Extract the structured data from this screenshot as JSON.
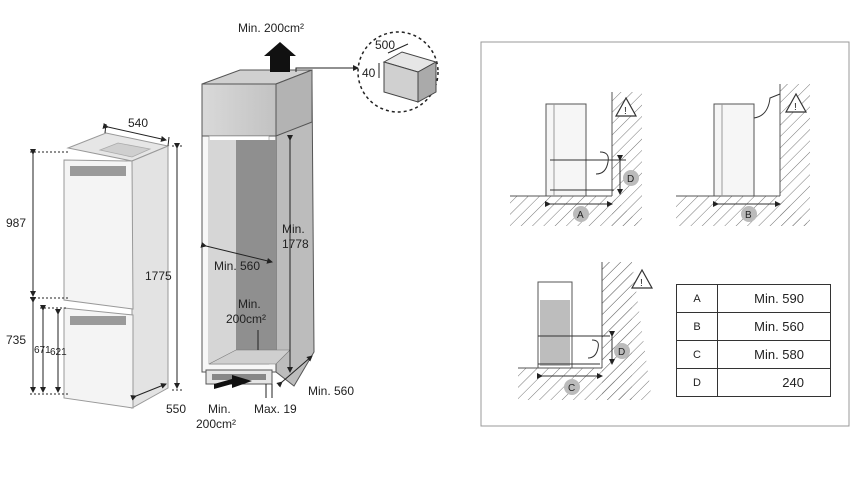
{
  "fridge": {
    "width": "540",
    "depth": "550",
    "height": "1775",
    "upper_height": "987",
    "lower_height": "735",
    "door_a": "671",
    "door_b": "621"
  },
  "cabinet": {
    "top_vent": "Min. 200cm²",
    "min_height_1": "Min.",
    "min_height_2": "1778",
    "min_width": "Min. 560",
    "rear_vent_1": "Min.",
    "rear_vent_2": "200cm²",
    "min_depth": "Min. 560",
    "bottom_vent_1": "Min.",
    "bottom_vent_2": "200cm²",
    "max_gap": "Max. 19"
  },
  "detail": {
    "depth": "500",
    "height": "40"
  },
  "markers": {
    "a": "A",
    "b": "B",
    "c": "C",
    "d": "D",
    "warning": "!"
  },
  "table": [
    {
      "key": "A",
      "value": "Min. 590"
    },
    {
      "key": "B",
      "value": "Min. 560"
    },
    {
      "key": "C",
      "value": "Min. 580"
    },
    {
      "key": "D",
      "value": "240"
    }
  ]
}
